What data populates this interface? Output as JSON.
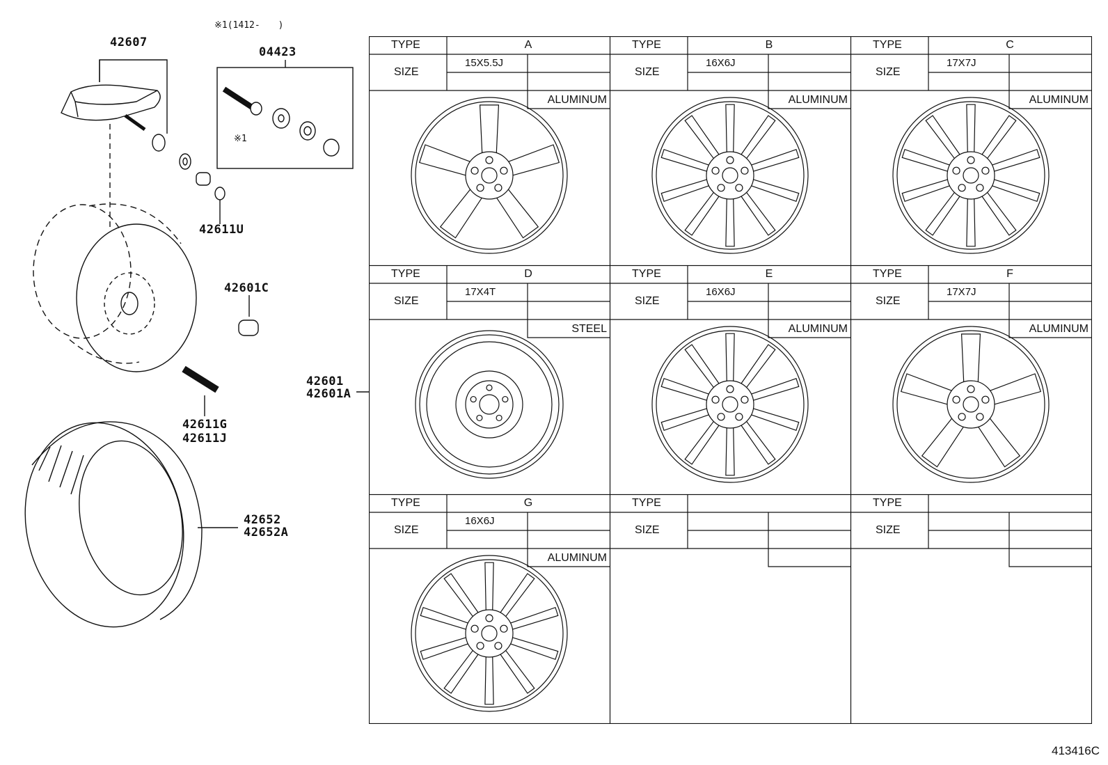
{
  "parts": {
    "tpms_sensor": "42607",
    "valve_kit": "04423",
    "note_top": "※1(1412-　　)",
    "note_mark": "※1",
    "nut_u": "42611U",
    "hub_nut": "42601C",
    "valve_g": "42611G",
    "valve_j": "42611J",
    "wheel_a": "42601",
    "wheel_b": "42601A",
    "tire_a": "42652",
    "tire_b": "42652A"
  },
  "table": {
    "type_label": "TYPE",
    "size_label": "SIZE",
    "cells": [
      {
        "type": "A",
        "size": "15X5.5J",
        "material": "ALUMINUM",
        "style": "a"
      },
      {
        "type": "B",
        "size": "16X6J",
        "material": "ALUMINUM",
        "style": "b"
      },
      {
        "type": "C",
        "size": "17X7J",
        "material": "ALUMINUM",
        "style": "c"
      },
      {
        "type": "D",
        "size": "17X4T",
        "material": "STEEL",
        "style": "d"
      },
      {
        "type": "E",
        "size": "16X6J",
        "material": "ALUMINUM",
        "style": "e"
      },
      {
        "type": "F",
        "size": "17X7J",
        "material": "ALUMINUM",
        "style": "f"
      },
      {
        "type": "G",
        "size": "16X6J",
        "material": "ALUMINUM",
        "style": "g"
      },
      {
        "type": "",
        "size": "",
        "material": "",
        "style": "none"
      },
      {
        "type": "",
        "size": "",
        "material": "",
        "style": "none"
      }
    ]
  },
  "figure_code": "413416C"
}
